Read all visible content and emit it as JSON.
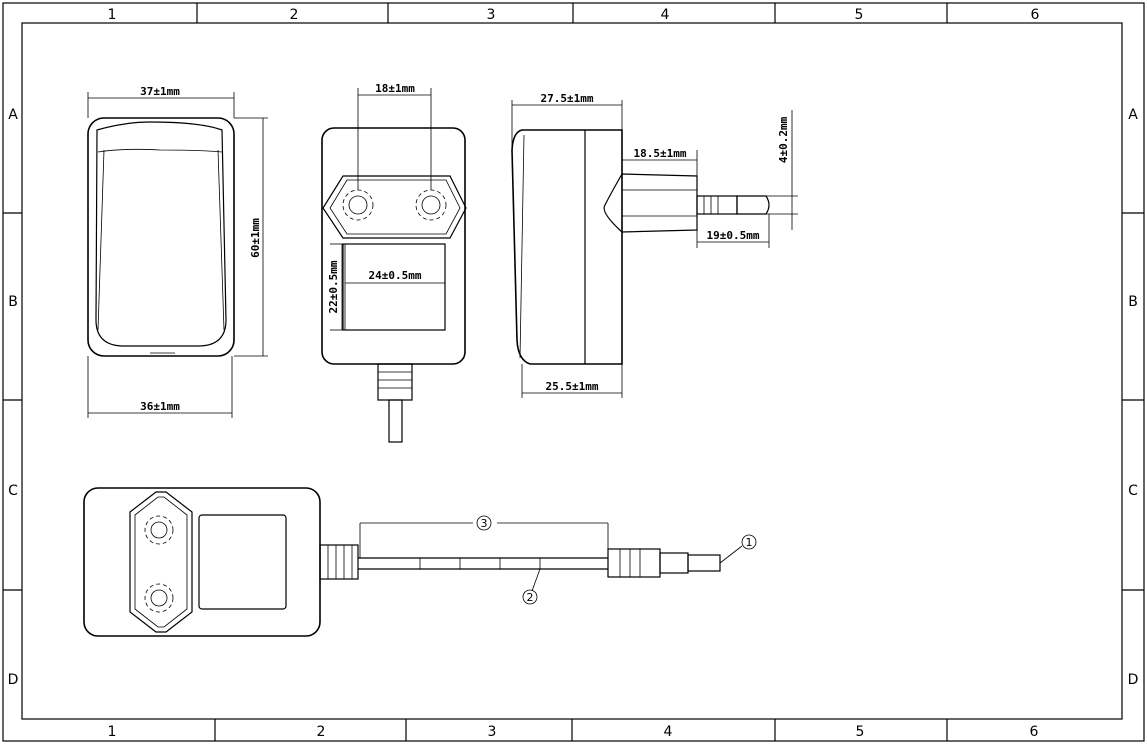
{
  "frame": {
    "columns": [
      "1",
      "2",
      "3",
      "4",
      "5",
      "6"
    ],
    "rows": [
      "A",
      "B",
      "C",
      "D"
    ]
  },
  "dimensions": {
    "front_top_width": "37±1mm",
    "front_bottom_width": "36±1mm",
    "front_height": "60±1mm",
    "pin_spacing": "18±1mm",
    "label_width": "24±0.5mm",
    "label_height": "22±0.5mm",
    "side_top_depth": "27.5±1mm",
    "side_bottom_depth": "25.5±1mm",
    "pin_base": "18.5±1mm",
    "pin_length": "19±0.5mm",
    "pin_diameter": "4±0.2mm"
  },
  "balloons": {
    "connector": "1",
    "cable": "2",
    "cable_length": "3"
  }
}
